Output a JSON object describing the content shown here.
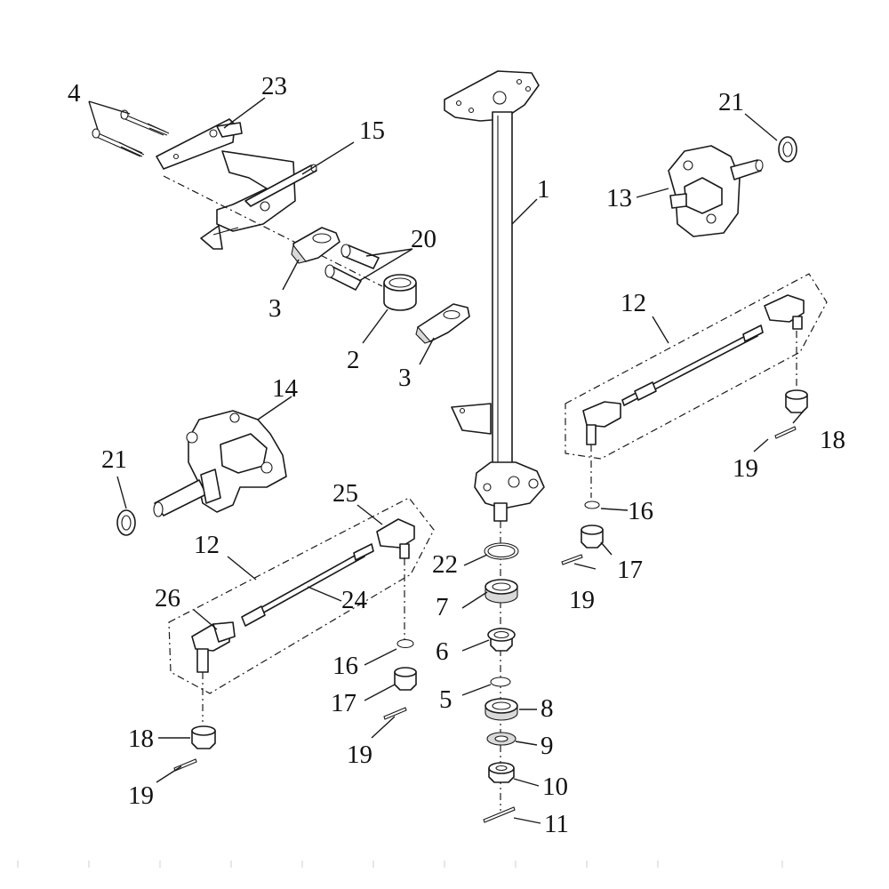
{
  "callouts": [
    {
      "id": "c1",
      "label": "1"
    },
    {
      "id": "c2",
      "label": "2"
    },
    {
      "id": "c3a",
      "label": "3"
    },
    {
      "id": "c3b",
      "label": "3"
    },
    {
      "id": "c4",
      "label": "4"
    },
    {
      "id": "c5",
      "label": "5"
    },
    {
      "id": "c6",
      "label": "6"
    },
    {
      "id": "c7",
      "label": "7"
    },
    {
      "id": "c8",
      "label": "8"
    },
    {
      "id": "c9",
      "label": "9"
    },
    {
      "id": "c10",
      "label": "10"
    },
    {
      "id": "c11",
      "label": "11"
    },
    {
      "id": "c12a",
      "label": "12"
    },
    {
      "id": "c12b",
      "label": "12"
    },
    {
      "id": "c13",
      "label": "13"
    },
    {
      "id": "c14",
      "label": "14"
    },
    {
      "id": "c15",
      "label": "15"
    },
    {
      "id": "c16a",
      "label": "16"
    },
    {
      "id": "c16b",
      "label": "16"
    },
    {
      "id": "c17a",
      "label": "17"
    },
    {
      "id": "c17b",
      "label": "17"
    },
    {
      "id": "c18a",
      "label": "18"
    },
    {
      "id": "c18b",
      "label": "18"
    },
    {
      "id": "c19a",
      "label": "19"
    },
    {
      "id": "c19b",
      "label": "19"
    },
    {
      "id": "c19c",
      "label": "19"
    },
    {
      "id": "c19d",
      "label": "19"
    },
    {
      "id": "c20",
      "label": "20"
    },
    {
      "id": "c21a",
      "label": "21"
    },
    {
      "id": "c21b",
      "label": "21"
    },
    {
      "id": "c22",
      "label": "22"
    },
    {
      "id": "c23",
      "label": "23"
    },
    {
      "id": "c24",
      "label": "24"
    },
    {
      "id": "c25",
      "label": "25"
    },
    {
      "id": "c26",
      "label": "26"
    }
  ]
}
